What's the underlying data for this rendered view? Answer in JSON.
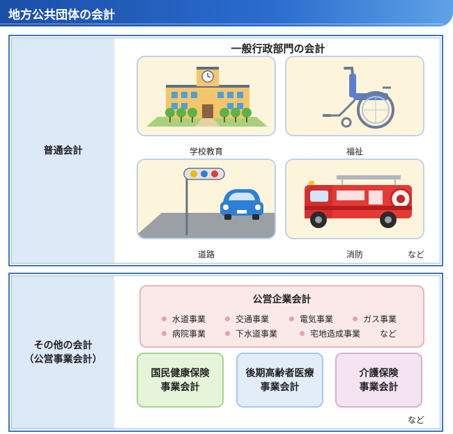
{
  "title": "地方公共団体の会計",
  "ordinary": {
    "label": "普通会計",
    "header": "一般行政部門の会計",
    "items": [
      {
        "caption": "学校教育",
        "icon": "school-icon"
      },
      {
        "caption": "福祉",
        "icon": "wheelchair-icon"
      },
      {
        "caption": "道路",
        "icon": "road-car-icon"
      },
      {
        "caption": "消防",
        "icon": "fire-truck-icon"
      }
    ],
    "nado": "など"
  },
  "other": {
    "label_line1": "その他の会計",
    "label_line2": "（公営事業会計）",
    "enterprise": {
      "title": "公営企業会計",
      "items": [
        "水道事業",
        "交通事業",
        "電気事業",
        "ガス事業",
        "病院事業",
        "下水道事業",
        "宅地造成事業"
      ],
      "nado": "など"
    },
    "boxes": [
      {
        "line1": "国民健康保険",
        "line2": "事業会計"
      },
      {
        "line1": "後期高齢者医療",
        "line2": "事業会計"
      },
      {
        "line1": "介護保険",
        "line2": "事業会計"
      }
    ],
    "nado": "など"
  },
  "colors": {
    "title_bar": "#1b4fa8",
    "section_border": "#3c74c2",
    "label_bg": "#dce9f7",
    "card_bg": "#fcf5dc",
    "enterprise_bg": "#fbe9ea",
    "green_box": "#e6f4da",
    "blue_box": "#e2edf9",
    "purple_box": "#f4e4f2"
  }
}
